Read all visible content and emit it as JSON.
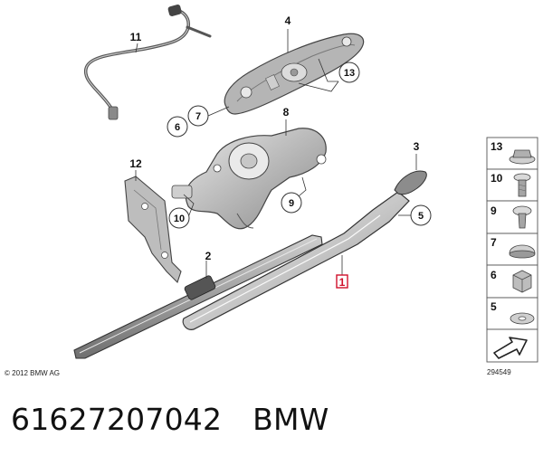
{
  "diagram": {
    "parts": [
      {
        "id": "p1",
        "label": "1"
      },
      {
        "id": "p2",
        "label": "2"
      },
      {
        "id": "p3",
        "label": "3"
      },
      {
        "id": "p4",
        "label": "4"
      },
      {
        "id": "p8",
        "label": "8"
      },
      {
        "id": "p11",
        "label": "11"
      },
      {
        "id": "p12",
        "label": "12"
      }
    ],
    "callouts": [
      {
        "id": "c5",
        "label": "5"
      },
      {
        "id": "c6",
        "label": "6"
      },
      {
        "id": "c7",
        "label": "7"
      },
      {
        "id": "c9",
        "label": "9"
      },
      {
        "id": "c10",
        "label": "10"
      },
      {
        "id": "c13",
        "label": "13"
      }
    ],
    "legend": [
      {
        "label": "13",
        "icon": "washer-nut-icon"
      },
      {
        "label": "10",
        "icon": "bolt-icon"
      },
      {
        "label": "9",
        "icon": "screw-icon"
      },
      {
        "label": "7",
        "icon": "cap-icon"
      },
      {
        "label": "6",
        "icon": "hex-nut-icon"
      },
      {
        "label": "5",
        "icon": "washer-icon"
      }
    ],
    "copyright": "© 2012 BMW AG",
    "diagram_number": "294549"
  },
  "caption": {
    "part_number": "61627207042",
    "brand": "BMW"
  },
  "colors": {
    "highlight": "#d0102b",
    "line": "#333333",
    "part_fill": "#d4d4d4",
    "part_dark": "#9a9a9a"
  }
}
